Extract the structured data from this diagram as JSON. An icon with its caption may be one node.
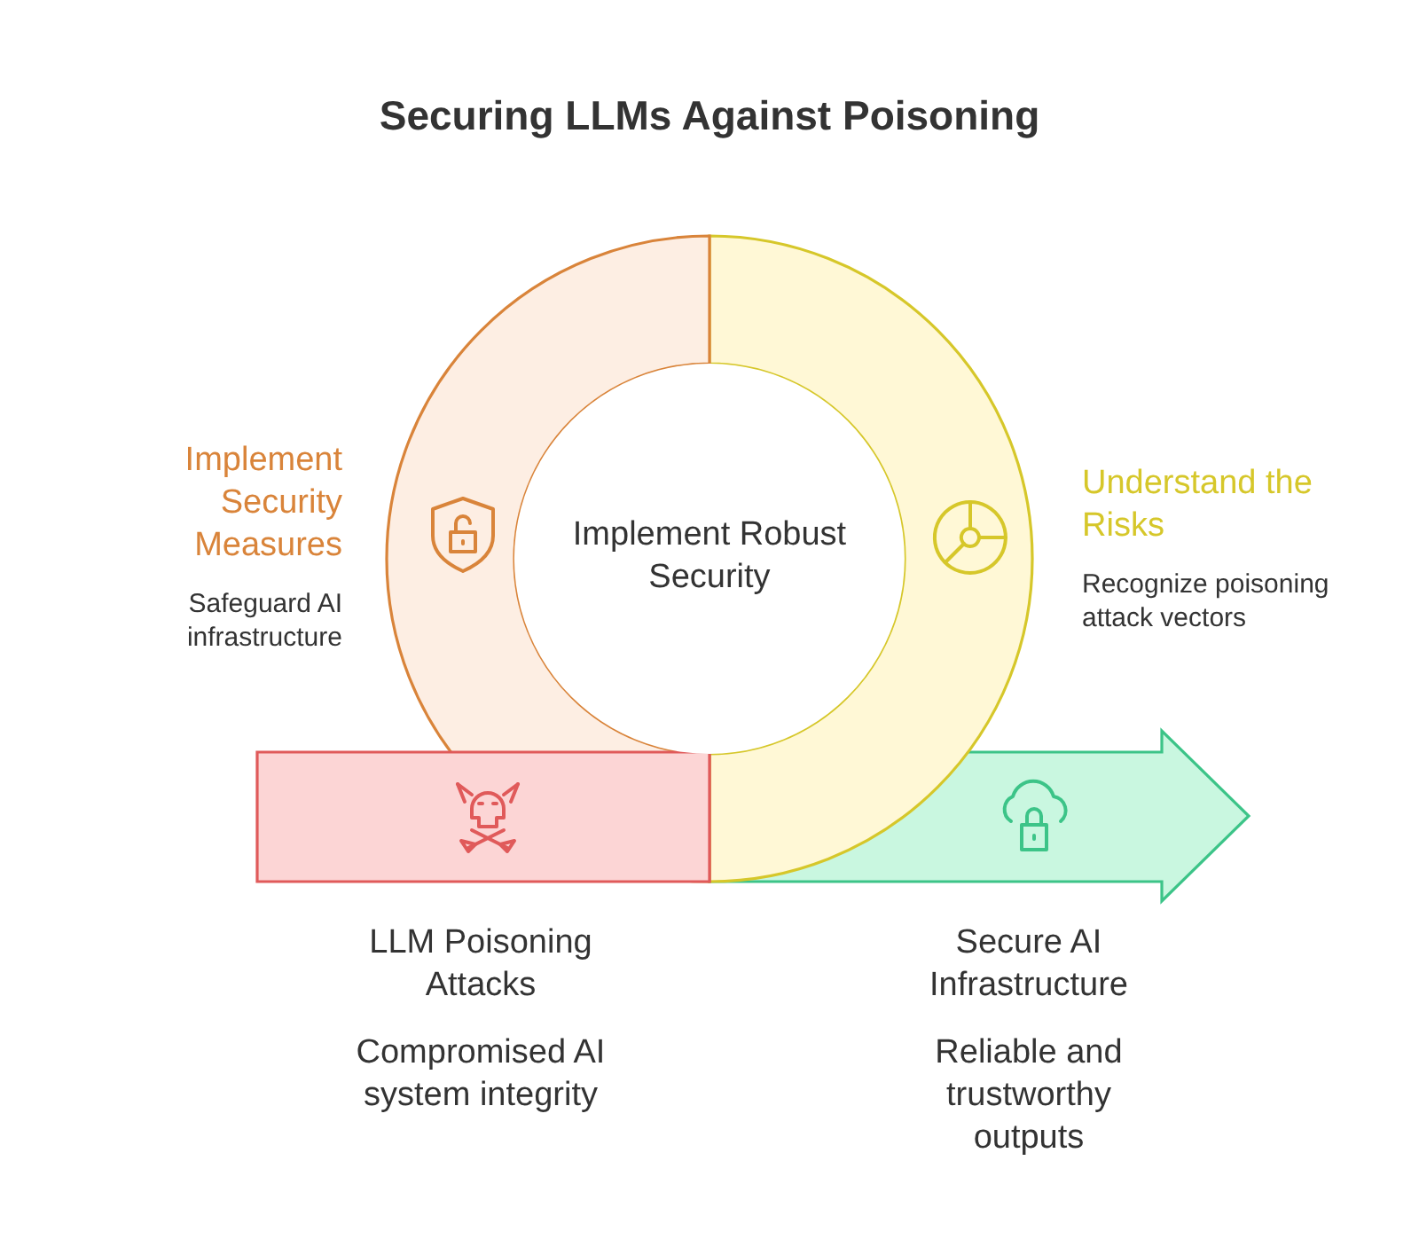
{
  "diagram": {
    "title": "Securing LLMs Against Poisoning",
    "nodes": [
      {
        "text": [
          "Implement Security Measures",
          "Safeguard AI infrastructure"
        ]
      },
      {
        "text": [
          "Implement Robust Security"
        ]
      },
      {
        "text": [
          "Understand the Risks",
          "Recognize poisoning attack vectors"
        ]
      },
      {
        "text": [
          "LLM Poisoning Attacks",
          "Compromised AI system integrity"
        ]
      },
      {
        "text": [
          "Secure AI Infrastructure",
          "Reliable and trustworthy outputs"
        ]
      }
    ]
  }
}
